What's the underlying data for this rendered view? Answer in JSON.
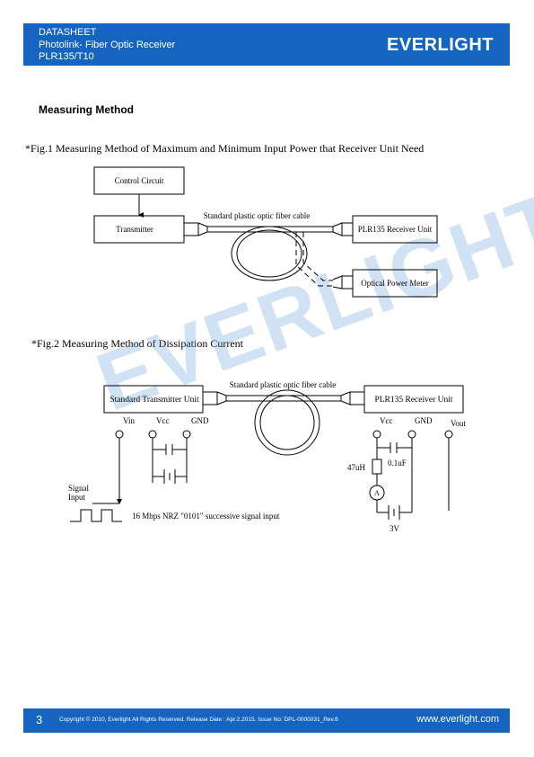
{
  "header": {
    "line1": "DATASHEET",
    "line2": "Photolink- Fiber Optic Receiver",
    "line3": "PLR135/T10",
    "logo": "EVERLIGHT"
  },
  "section_title": "Measuring Method",
  "fig1": {
    "caption": "*Fig.1 Measuring Method of Maximum and Minimum Input Power that Receiver Unit Need",
    "control_circuit": "Control Circuit",
    "transmitter": "Transmitter",
    "cable_label": "Standard plastic optic fiber cable",
    "receiver_unit": "PLR135 Receiver Unit",
    "optical_power_meter": "Optical Power Meter"
  },
  "fig2": {
    "caption": "*Fig.2 Measuring Method of Dissipation Current",
    "transmitter_unit": "Standard Transmitter Unit",
    "cable_label": "Standard plastic optic fiber cable",
    "receiver_unit": "PLR135 Receiver Unit",
    "vin": "Vin",
    "vcc_tx": "Vcc",
    "gnd_tx": "GND",
    "vcc_rx": "Vcc",
    "gnd_rx": "GND",
    "vout": "Vout",
    "capacitor": "0.1uF",
    "inductor": "47uH",
    "ammeter": "A",
    "battery": "3V",
    "signal_input_line1": "Signal",
    "signal_input_line2": "Input",
    "signal_desc": "16 Mbps NRZ \"0101\" successive signal input"
  },
  "watermark": "EVERLIGHT",
  "footer": {
    "page_number": "3",
    "copyright": "Copyright © 2010, Everlight All Rights Reserved. Release Date : Apr.2.2015.   Issue No: DPL-0000031_Rev.6",
    "website": "www.everlight.com"
  }
}
